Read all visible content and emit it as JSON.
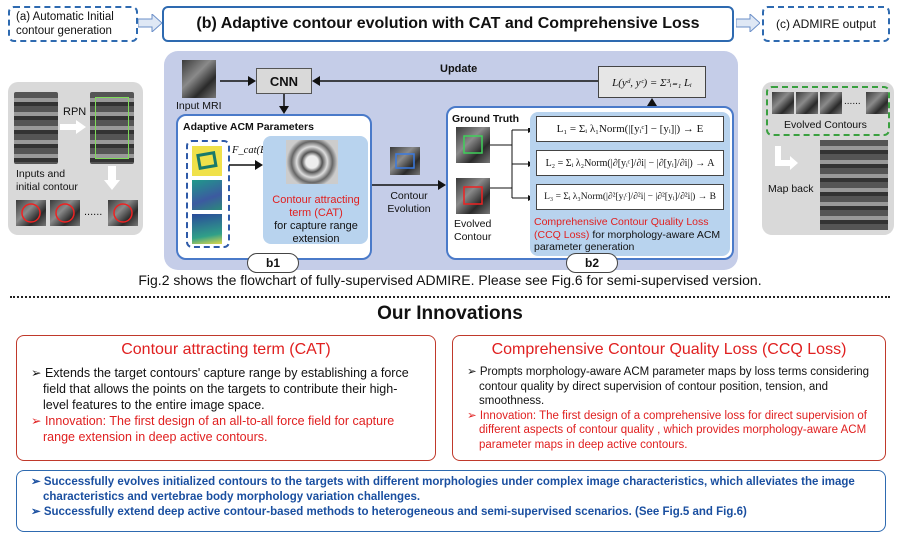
{
  "header": {
    "a_label": "(a) Automatic Initial\ncontour generation",
    "b_label": "(b) Adaptive contour evolution with CAT and Comprehensive Loss",
    "c_label": "(c) ADMIRE output"
  },
  "left_panel": {
    "rpn_label": "RPN",
    "inputs_label": "Inputs and\ninitial contour",
    "dots": "......"
  },
  "b1": {
    "input_mri_label": "Input MRI",
    "cnn_label": "CNN",
    "update_label": "Update",
    "loss_formula": "L(yᵈ, yᶜ) = Σ³ᵢ₌₁ Lᵢ",
    "acm_params_label": "Adaptive ACM Parameters",
    "f_cat_label": "F_cat(E)",
    "cat_name": "Contour attracting\nterm (CAT)",
    "cat_desc": "for capture range\nextension",
    "badge": "b1"
  },
  "middle": {
    "evolution_label": "Contour\nEvolution"
  },
  "b2": {
    "gt_label": "Ground Truth",
    "evolved_label": "Evolved\nContour",
    "loss1": "L₁ = Σᵢ λ₁Norm(|[yᵢᶜ] − [yᵢ]|) → E",
    "loss2": "L₂ = Σᵢ λ₂Norm(|∂[yᵢᶜ]/∂i| − |∂[yᵢ]/∂i|) → A",
    "loss3": "L₃ = Σᵢ λ₃Norm(|∂²[yᵢᶜ]/∂²i| − |∂²[yᵢ]/∂²i|) → B",
    "ccq_red": "Comprehensive Contour Quality Loss\n(CCQ Loss)",
    "ccq_black": " for morphology-aware ACM\nparameter generation",
    "badge": "b2"
  },
  "right_panel": {
    "dots": "......",
    "evolved_contours": "Evolved Contours",
    "map_back": "Map back"
  },
  "caption": "Fig.2 shows the flowchart of fully-supervised ADMIRE. Please see Fig.6 for semi-supervised version.",
  "innovations_title": "Our Innovations",
  "cat_box": {
    "title": "Contour attracting term (CAT)",
    "bullet1": "Extends the target contours' capture range by establishing a force field that allows the points on the targets to contribute their high-level features to the entire image space.",
    "bullet2": "Innovation: The first design of an all-to-all force field for capture range extension in deep active contours."
  },
  "ccq_box": {
    "title": "Comprehensive Contour Quality Loss (CCQ Loss)",
    "bullet1": "Prompts morphology-aware ACM parameter maps by loss terms considering contour quality by direct supervision of contour position, tension, and smoothness.",
    "bullet2": "Innovation: The first design of a comprehensive loss for direct supervision of different aspects of contour quality , which provides morphology-aware ACM parameter maps in deep active contours."
  },
  "summary": {
    "bullet1": "Successfully evolves initialized contours to the targets with different morphologies under complex image characteristics, which alleviates the image characteristics and vertebrae body morphology variation challenges.",
    "bullet2": "Successfully extend deep active contour-based methods to heterogeneous and semi-supervised scenarios. (See Fig.5 and Fig.6)"
  },
  "colors": {
    "accent_blue": "#2e6ab0",
    "red": "#e02020",
    "summary_blue": "#1a4fa0"
  }
}
